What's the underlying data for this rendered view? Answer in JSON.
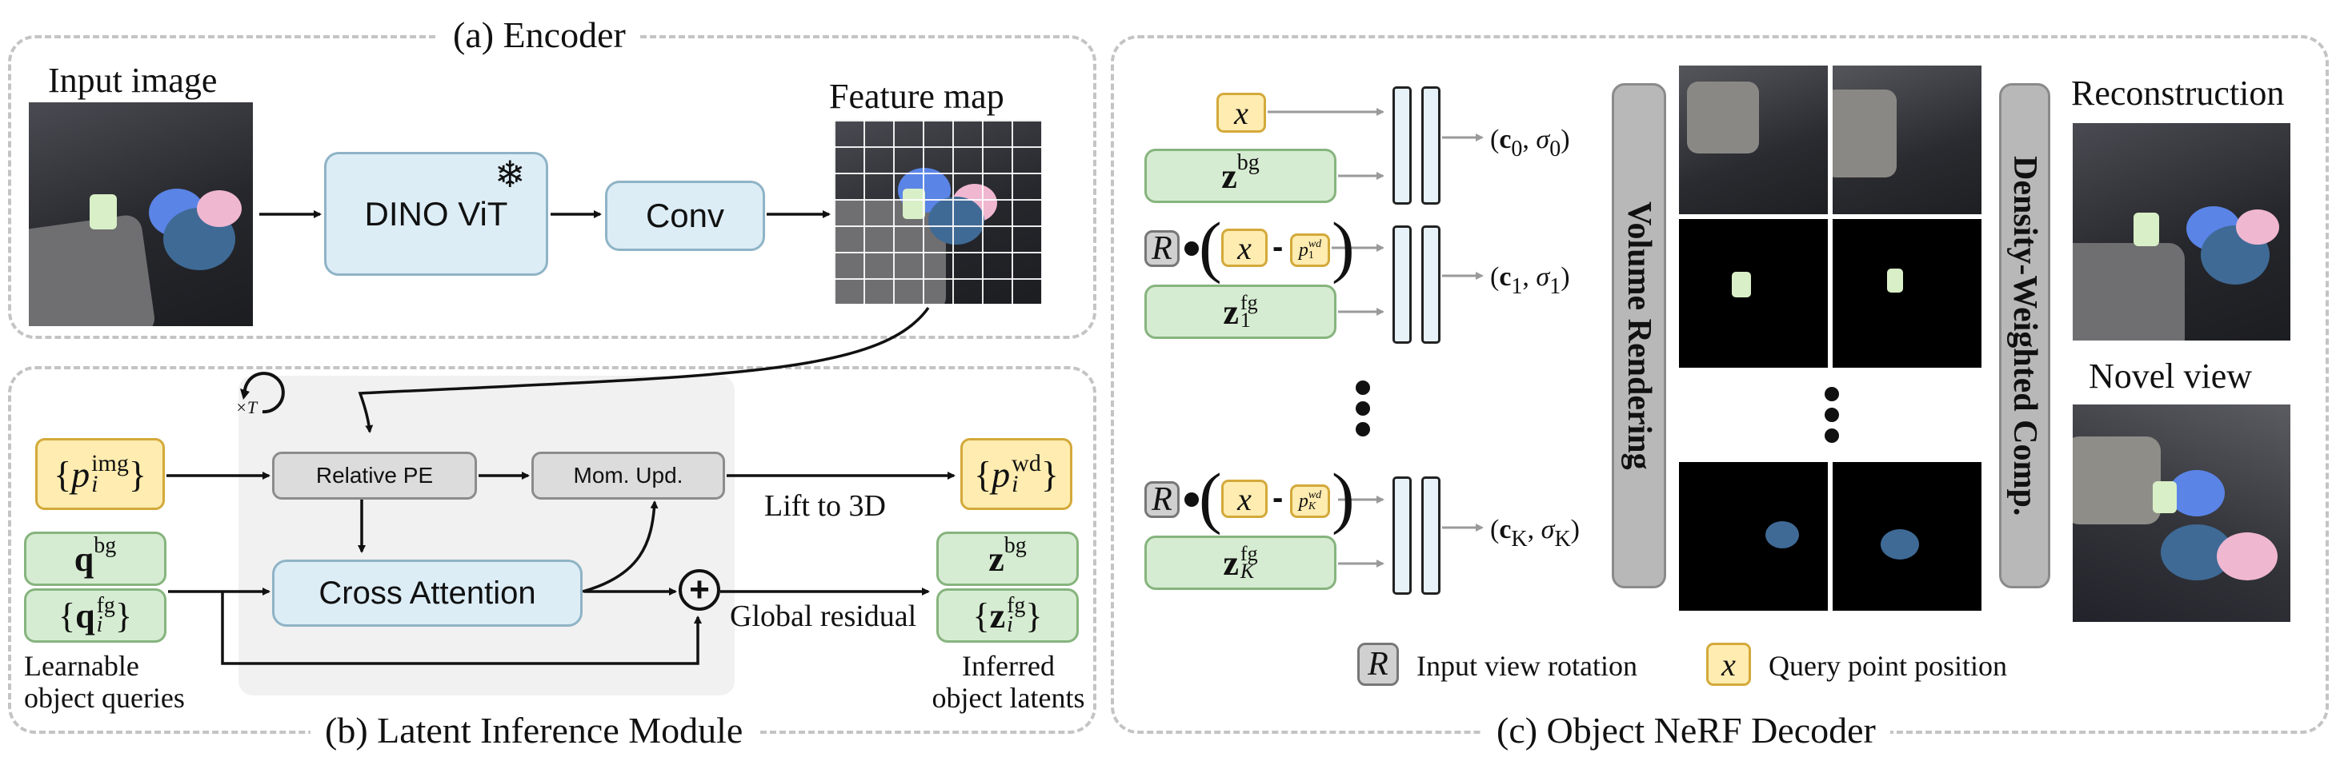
{
  "encoder": {
    "title": "(a) Encoder",
    "input_label": "Input image",
    "dino_label": "DINO ViT",
    "conv_label": "Conv",
    "feature_label": "Feature map"
  },
  "latent": {
    "title": "(b) Latent Inference Module",
    "iter_label": "×T",
    "relpe_label": "Relative PE",
    "momupd_label": "Mom. Upd.",
    "cross_label": "Cross Attention",
    "lift_label": "Lift to 3D",
    "residual_label": "Global residual",
    "plus_symbol": "+",
    "queries_caption_1": "Learnable",
    "queries_caption_2": "object queries",
    "inferred_caption_1": "Inferred",
    "inferred_caption_2": "object latents",
    "p_img": {
      "base": "p",
      "sub": "i",
      "sup": "img"
    },
    "p_wd": {
      "base": "p",
      "sub": "i",
      "sup": "wd"
    },
    "q_bg": {
      "base": "q",
      "sup": "bg"
    },
    "q_fg": {
      "base": "q",
      "sub": "i",
      "sup": "fg"
    },
    "z_bg": {
      "base": "z",
      "sup": "bg"
    },
    "z_fg": {
      "base": "z",
      "sub": "i",
      "sup": "fg"
    }
  },
  "decoder": {
    "title": "(c) Object NeRF Decoder",
    "x_symbol": "x",
    "r_symbol": "R",
    "z_bg": {
      "base": "z",
      "sup": "bg"
    },
    "z1_fg": {
      "base": "z",
      "sub": "1",
      "sup": "fg"
    },
    "zK_fg": {
      "base": "z",
      "sub": "K",
      "sup": "fg"
    },
    "p1_chip": {
      "base": "p",
      "sub": "1",
      "sup": "wd"
    },
    "pK_chip": {
      "base": "p",
      "sub": "K",
      "sup": "wd"
    },
    "out0": {
      "c": "c",
      "c_sub": "0",
      "s": "σ",
      "s_sub": "0"
    },
    "out1": {
      "c": "c",
      "c_sub": "1",
      "s": "σ",
      "s_sub": "1"
    },
    "outK": {
      "c": "c",
      "c_sub": "K",
      "s": "σ",
      "s_sub": "K"
    },
    "volume_rendering": "Volume Rendering",
    "density_comp": "Density-Weighted Comp.",
    "reconstruction_label": "Reconstruction",
    "novel_view_label": "Novel view",
    "legend_r": "Input view rotation",
    "legend_x": "Query point position"
  },
  "colors": {
    "blue_box": "#dcedf6",
    "green_box": "#d6ecd2",
    "yellow_box": "#ffecb0",
    "gray_box": "#dcdcdc",
    "panel_border": "#c4c4c4"
  }
}
